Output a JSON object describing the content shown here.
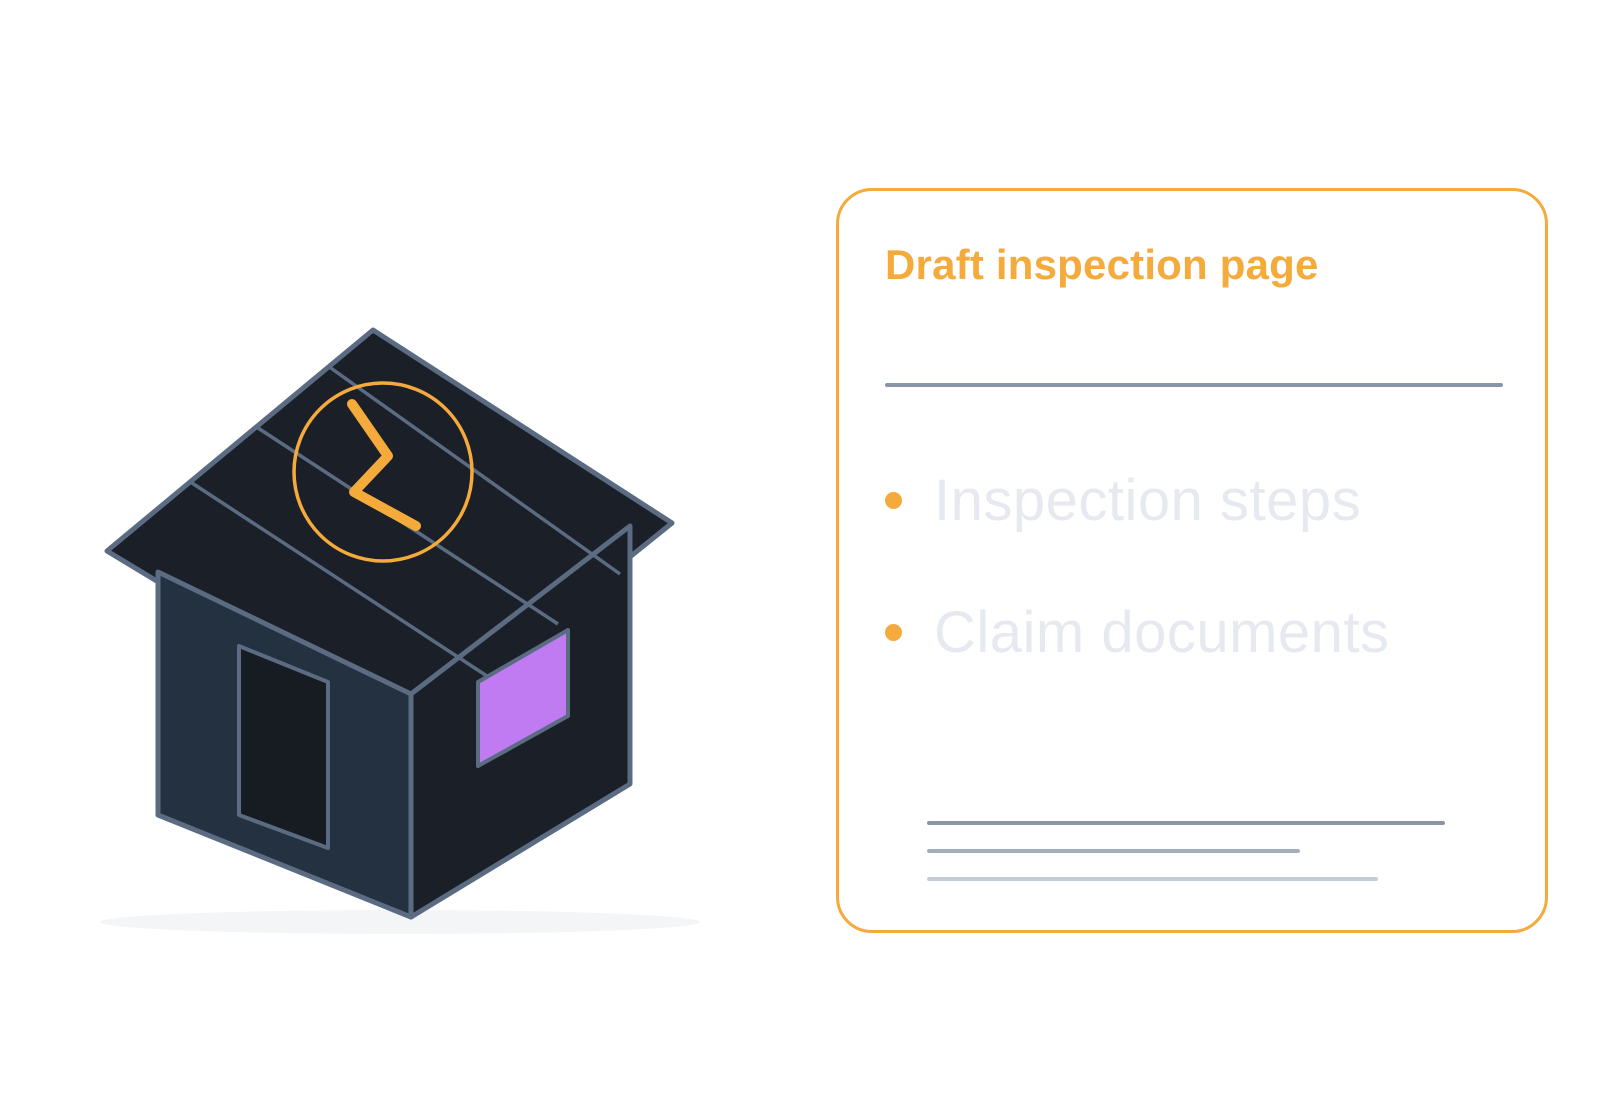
{
  "card": {
    "title": "Draft inspection page",
    "items": [
      {
        "label": "Inspection steps"
      },
      {
        "label": "Claim documents"
      }
    ]
  },
  "colors": {
    "accent": "#F5AA3C",
    "outline": "#5A6B82",
    "roof": "#1B1F27",
    "wall_front": "#243140",
    "door": "#171B22",
    "window": "#C07AF2",
    "muted_text": "#E6E9EF"
  },
  "icons": {
    "roof_damage": "lightning-bolt-icon",
    "bullets": "dot-icon"
  }
}
